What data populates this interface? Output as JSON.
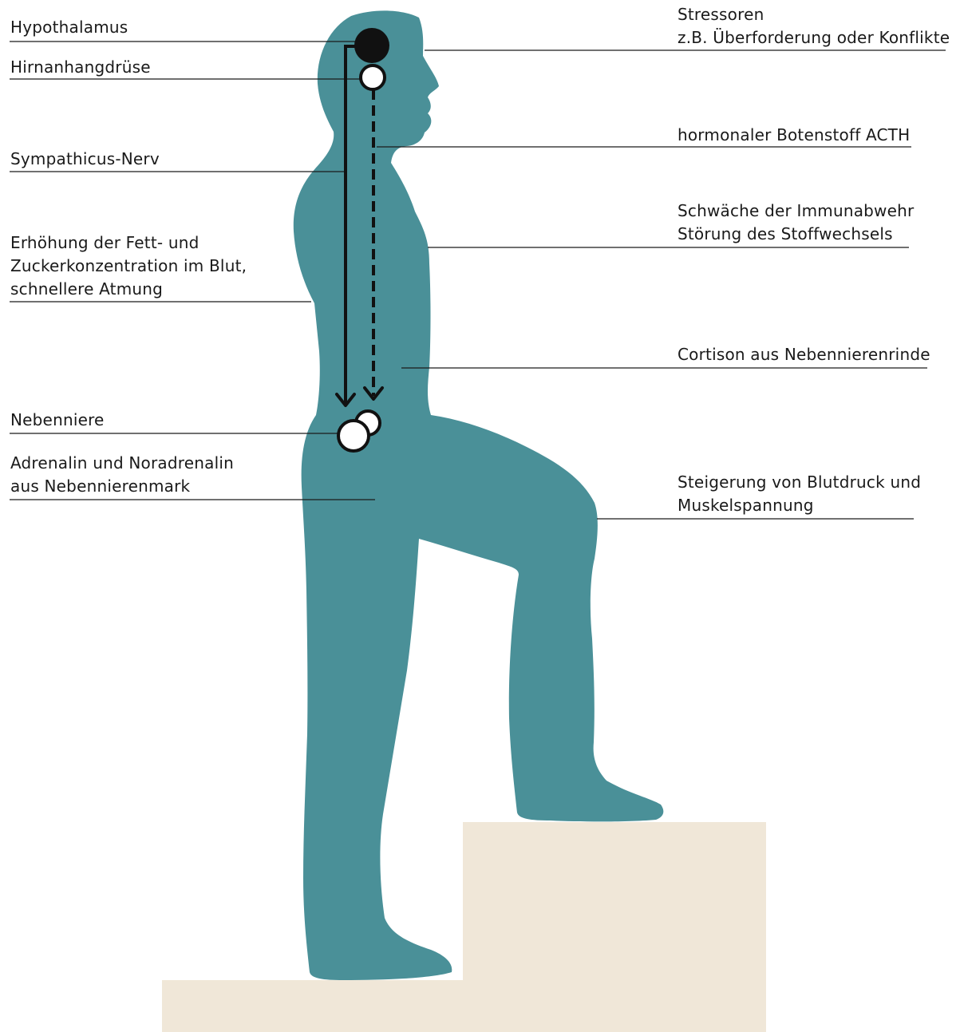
{
  "colors": {
    "figure": "#4a9098",
    "step": "#f0e7d8",
    "line": "#1a1a1a",
    "hypothalamus": "#111111",
    "gland": "#ffffff"
  },
  "labels_left": {
    "hypothalamus": "Hypothalamus",
    "pituitary": "Hirnanhangdrüse",
    "sympathetic": "Sympathicus-Nerv",
    "effects_line1": "Erhöhung der Fett- und",
    "effects_line2": "Zuckerkonzentration im Blut,",
    "effects_line3": "schnellere Atmung",
    "adrenal": "Nebenniere",
    "adrenalin_line1": "Adrenalin und Noradrenalin",
    "adrenalin_line2": "aus Nebennierenmark"
  },
  "labels_right": {
    "stressors_line1": "Stressoren",
    "stressors_line2": "z.B. Überforderung oder Konflikte",
    "acth": "hormonaler Botenstoff ACTH",
    "immune_line1": "Schwäche der Immunabwehr",
    "immune_line2": "Störung des Stoffwechsels",
    "cortisol": "Cortison aus Nebennierenrinde",
    "pressure_line1": "Steigerung von Blutdruck und",
    "pressure_line2": "Muskelspannung"
  },
  "icons": {
    "hypothalamus": "filled-circle",
    "pituitary": "open-circle",
    "adrenal": "double-open-circle",
    "nerve_path": "solid-arrow",
    "hormone_path": "dashed-arrow"
  }
}
